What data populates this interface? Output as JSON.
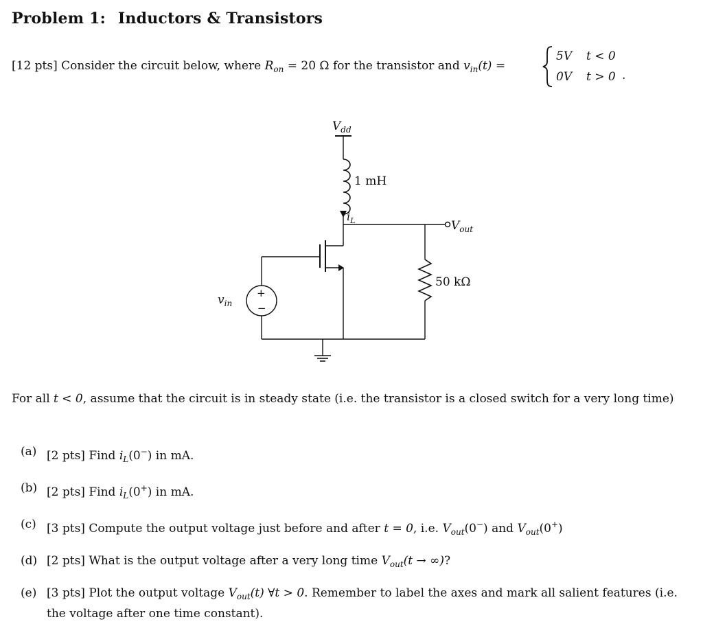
{
  "problem": {
    "label": "Problem 1:",
    "title": "Inductors & Transistors"
  },
  "intro": {
    "points": "[12 pts]",
    "text_before": "Consider the circuit below, where",
    "ron_symbol": "R",
    "ron_sub": "on",
    "ron_value": "= 20 Ω",
    "text_middle": "for the transistor and",
    "vin_symbol": "v",
    "vin_sub": "in",
    "vin_arg": "(t) ="
  },
  "piecewise": {
    "row1_value": "5V",
    "row1_condition": "t < 0",
    "row2_value": "0V",
    "row2_condition": "t > 0",
    "end": "."
  },
  "circuit": {
    "vdd_label": "V",
    "vdd_sub": "dd",
    "inductor_label": "1 mH",
    "current_label": "i",
    "current_sub": "L",
    "vout_label": "V",
    "vout_sub": "out",
    "resistor_label": "50 kΩ",
    "source_label": "v",
    "source_sub": "in",
    "source_plus": "+",
    "source_minus": "−"
  },
  "steady": {
    "text_a": "For all",
    "cond": "t < 0",
    "text_b": ", assume that the circuit is in steady state (i.e. the transistor is a closed switch for a very long time)"
  },
  "parts": [
    {
      "label": "(a)",
      "points": "[2 pts]",
      "text_a": "Find",
      "math": "i",
      "sub": "L",
      "arg": "(0",
      "sup": "−",
      "close": ")",
      "text_b": "in mA."
    },
    {
      "label": "(b)",
      "points": "[2 pts]",
      "text_a": "Find",
      "math": "i",
      "sub": "L",
      "arg": "(0",
      "sup": "+",
      "close": ")",
      "text_b": "in mA."
    },
    {
      "label": "(c)",
      "points": "[3 pts]",
      "text_a": "Compute the output voltage just before and after",
      "t0": "t = 0",
      "text_b": ", i.e.",
      "v1": "V",
      "v1_sub": "out",
      "v1_arg": "(0",
      "v1_sup": "−",
      "v1_close": ")",
      "and": "and",
      "v2": "V",
      "v2_sub": "out",
      "v2_arg": "(0",
      "v2_sup": "+",
      "v2_close": ")"
    },
    {
      "label": "(d)",
      "points": "[2 pts]",
      "text_a": "What is the output voltage after a very long time",
      "v": "V",
      "v_sub": "out",
      "v_arg": "(t → ∞)",
      "text_b": "?"
    },
    {
      "label": "(e)",
      "points": "[3 pts]",
      "text_a": "Plot the output voltage",
      "v": "V",
      "v_sub": "out",
      "v_arg": "(t) ∀t > 0",
      "text_b": ". Remember to label the axes and mark all salient features (i.e. the voltage after one time constant)."
    }
  ]
}
